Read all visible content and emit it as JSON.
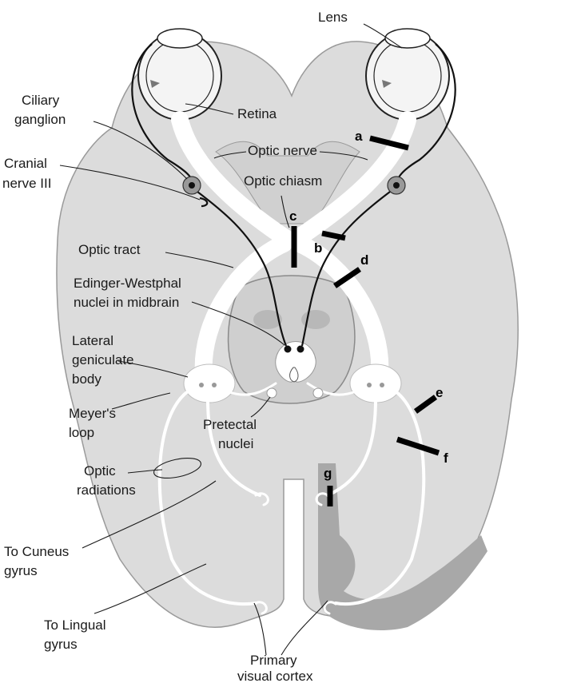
{
  "labels": {
    "lens": "Lens",
    "ciliary_ganglion_1": "Ciliary",
    "ciliary_ganglion_2": "ganglion",
    "retina": "Retina",
    "cranial_nerve_1": "Cranial",
    "cranial_nerve_2": "nerve III",
    "optic_nerve": "Optic nerve",
    "optic_chiasm": "Optic chiasm",
    "optic_tract": "Optic tract",
    "edinger_1": "Edinger-Westphal",
    "edinger_2": "nuclei in midbrain",
    "lgb_1": "Lateral",
    "lgb_2": "geniculate",
    "lgb_3": "body",
    "meyer_1": "Meyer's",
    "meyer_2": "loop",
    "pretectal_1": "Pretectal",
    "pretectal_2": "nuclei",
    "optic_rad_1": "Optic",
    "optic_rad_2": "radiations",
    "cuneus_1": "To Cuneus",
    "cuneus_2": "gyrus",
    "lingual_1": "To Lingual",
    "lingual_2": "gyrus",
    "visual_cortex_1": "Primary",
    "visual_cortex_2": "visual cortex"
  },
  "lesions": {
    "a": "a",
    "b": "b",
    "c": "c",
    "d": "d",
    "e": "e",
    "f": "f",
    "g": "g"
  }
}
